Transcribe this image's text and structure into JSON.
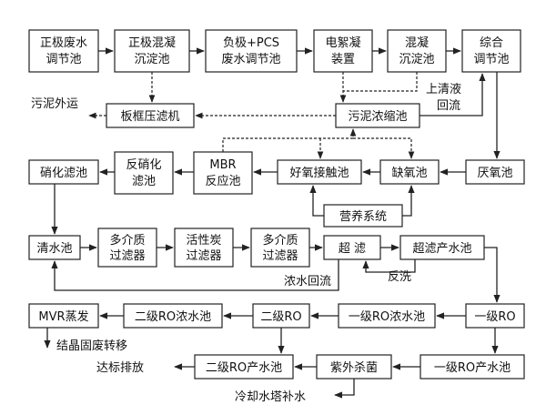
{
  "nodes": {
    "zhengji": "正极废水|调节池",
    "zhengji_hunning": "正极混凝|沉淀池",
    "fuji": "负极+PCS|废水调节池",
    "dianxu": "电絮凝|装置",
    "hunning": "混凝|沉淀池",
    "zonghe": "综合|调节池",
    "bankuang": "板框压滤机",
    "wunixi": "污泥浓缩池",
    "yanyang": "厌氧池",
    "queyang": "缺氧池",
    "haoyang": "好氧接触池",
    "mbr": "MBR|反应池",
    "fanxiaohua": "反硝化|滤池",
    "xiaohua": "硝化滤池",
    "yingyang": "营养系统",
    "qingshui": "清水池",
    "duojie1": "多介质|过滤器",
    "huoxingtan": "活性炭|过滤器",
    "duojie2": "多介质|过滤器",
    "chaolv": "超  滤",
    "chaolvchan": "超滤产水池",
    "mvr": "MVR蒸发",
    "erjiro_nong": "二级RO浓水池",
    "erjiro": "二级RO",
    "yijiro_nong": "一级RO浓水池",
    "yijiro": "一级RO",
    "erjiro_chan": "二级RO产水池",
    "ziwai": "紫外杀菌",
    "yijiro_chan": "一级RO产水池"
  },
  "labels": {
    "wuni_waiyun": "污泥外运",
    "shangqing_1": "上清液",
    "shangqing_2": "回流",
    "nongshui_huiliu": "浓水回流",
    "fanxi": "反洗",
    "jiejing": "结晶固废转移",
    "dabiao": "达标排放",
    "lengque": "冷却水塔补水"
  }
}
